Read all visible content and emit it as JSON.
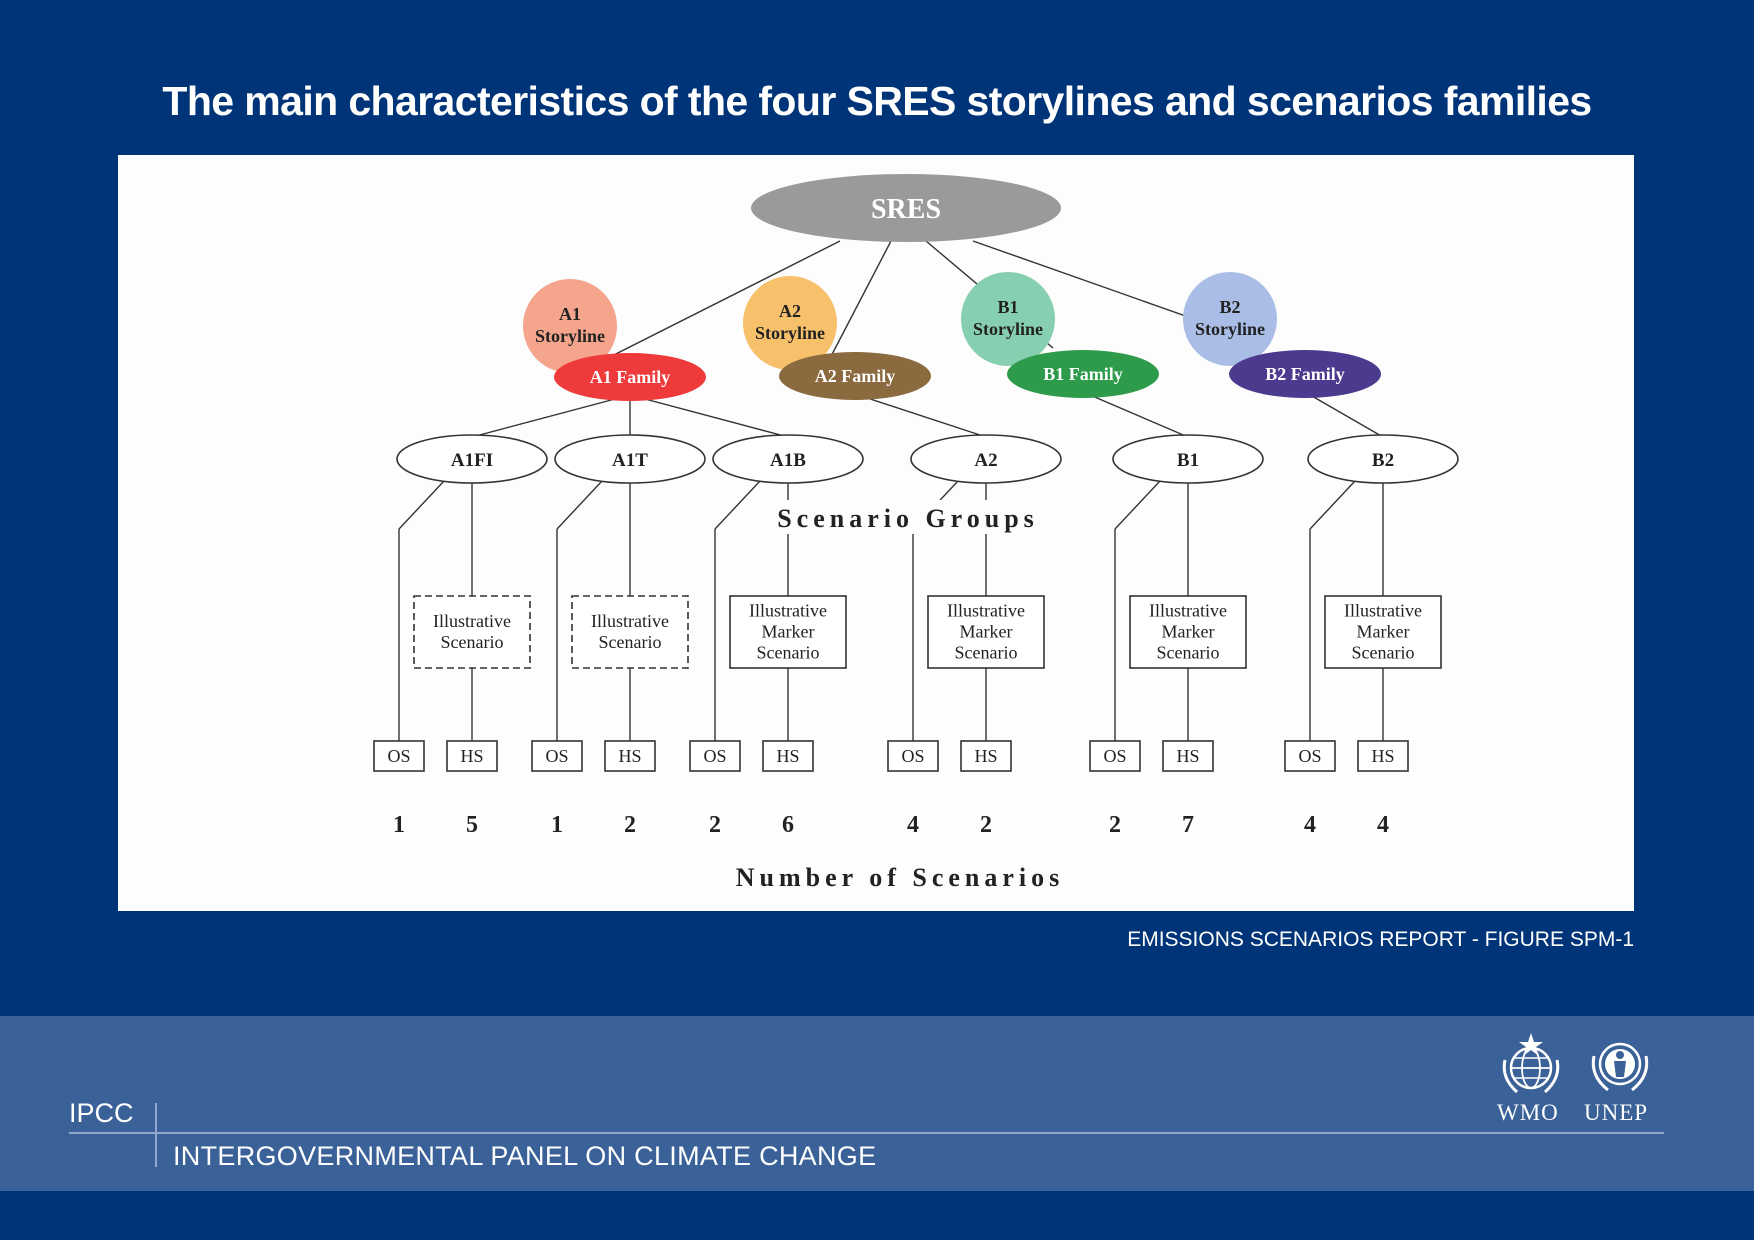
{
  "title": "The main characteristics of the four SRES storylines and scenarios families",
  "caption": "EMISSIONS SCENARIOS REPORT - FIGURE SPM-1",
  "footer": {
    "abbr": "IPCC",
    "full_name": "INTERGOVERNMENTAL PANEL ON CLIMATE CHANGE",
    "logos": [
      "WMO",
      "UNEP"
    ],
    "logo_icons": [
      "wmo-emblem-icon",
      "unep-emblem-icon"
    ]
  },
  "colors": {
    "background": "#003478",
    "footer_band": "#3b6298",
    "root": "#9a9a9a",
    "a1_storyline": "#f4a58c",
    "a2_storyline": "#f7c06a",
    "b1_storyline": "#86cfb0",
    "b2_storyline": "#a9bde6",
    "a1_family": "#ee3a3a",
    "a2_family": "#8b6a3f",
    "b1_family": "#2e9b4a",
    "b2_family": "#4b3a8e"
  },
  "diagram": {
    "root": "SRES",
    "storylines": [
      {
        "id": "A1",
        "line1": "A1",
        "line2": "Storyline",
        "family": "A1 Family"
      },
      {
        "id": "A2",
        "line1": "A2",
        "line2": "Storyline",
        "family": "A2 Family"
      },
      {
        "id": "B1",
        "line1": "B1",
        "line2": "Storyline",
        "family": "B1 Family"
      },
      {
        "id": "B2",
        "line1": "B2",
        "line2": "Storyline",
        "family": "B2 Family"
      }
    ],
    "groups_label": "Scenario Groups",
    "numbers_label": "Number of Scenarios",
    "groups": [
      {
        "name": "A1FI",
        "family": "A1",
        "scenario": [
          "Illustrative",
          "Scenario"
        ],
        "dashed": true,
        "os_label": "OS",
        "hs_label": "HS",
        "os_count": "1",
        "hs_count": "5"
      },
      {
        "name": "A1T",
        "family": "A1",
        "scenario": [
          "Illustrative",
          "Scenario"
        ],
        "dashed": true,
        "os_label": "OS",
        "hs_label": "HS",
        "os_count": "1",
        "hs_count": "2"
      },
      {
        "name": "A1B",
        "family": "A1",
        "scenario": [
          "Illustrative",
          "Marker",
          "Scenario"
        ],
        "dashed": false,
        "os_label": "OS",
        "hs_label": "HS",
        "os_count": "2",
        "hs_count": "6"
      },
      {
        "name": "A2",
        "family": "A2",
        "scenario": [
          "Illustrative",
          "Marker",
          "Scenario"
        ],
        "dashed": false,
        "os_label": "OS",
        "hs_label": "HS",
        "os_count": "4",
        "hs_count": "2"
      },
      {
        "name": "B1",
        "family": "B1",
        "scenario": [
          "Illustrative",
          "Marker",
          "Scenario"
        ],
        "dashed": false,
        "os_label": "OS",
        "hs_label": "HS",
        "os_count": "2",
        "hs_count": "7"
      },
      {
        "name": "B2",
        "family": "B2",
        "scenario": [
          "Illustrative",
          "Marker",
          "Scenario"
        ],
        "dashed": false,
        "os_label": "OS",
        "hs_label": "HS",
        "os_count": "4",
        "hs_count": "4"
      }
    ]
  }
}
